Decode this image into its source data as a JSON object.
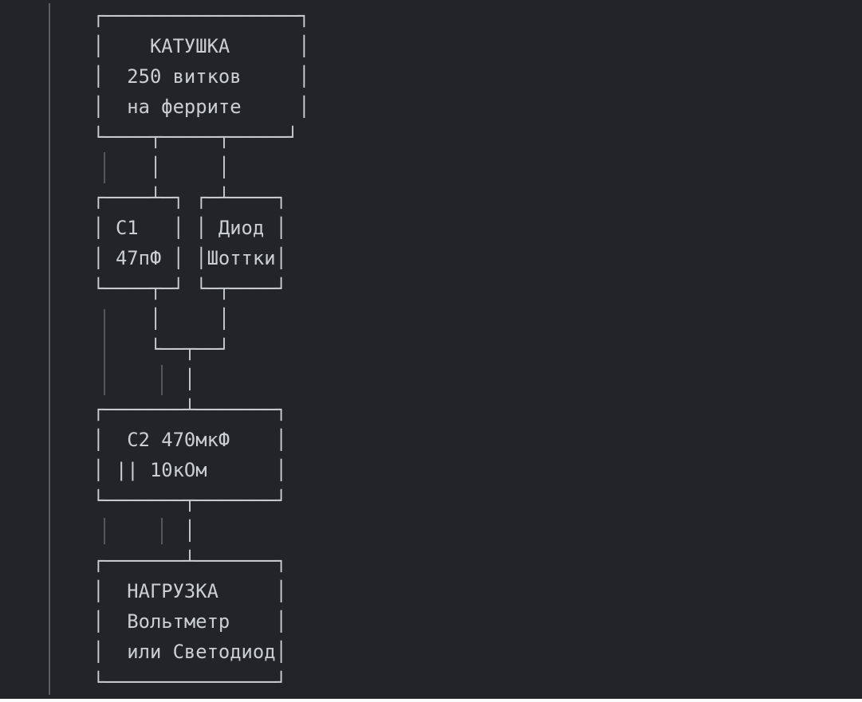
{
  "colors": {
    "background": "#232428",
    "foreground": "#cbced3",
    "indent_guide": "#55575c",
    "left_guide": "#5d5f64",
    "bottom_strip": "#fcfcfc"
  },
  "diagram": {
    "language": "ru",
    "kind": "ascii-circuit-schematic",
    "ascii": "    ┌─────────────────┐\n    │    КАТУШКА      │\n    │  250 витков     │\n    │  на феррите     │\n    └────┬─────┬─────┘\n         │     │\n    ┌────┴─┐ ┌─┴────┐\n    │ C1   │ │ Диод │\n    │ 47пФ │ │Шоттки│\n    └────┬─┘ └─┬────┘\n         │     │\n         └──┬──┘\n            │\n    ┌───────┴───────┐\n    │  C2 470мкФ    │\n    │ || 10кОм      │\n    └───────┬───────┘\n            │\n    ┌───────┴───────┐\n    │  НАГРУЗКА     │\n    │  Вольтметр    │\n    │  или Светодиод│\n    └───────────────┘",
    "blocks": [
      {
        "id": "coil",
        "lines": [
          "КАТУШКА",
          "250 витков",
          "на феррите"
        ]
      },
      {
        "id": "c1",
        "lines": [
          "C1",
          "47пФ"
        ]
      },
      {
        "id": "diode",
        "lines": [
          "Диод",
          "Шоттки"
        ]
      },
      {
        "id": "c2",
        "lines": [
          "C2 470мкФ",
          "|| 10кОм"
        ]
      },
      {
        "id": "load",
        "lines": [
          "НАГРУЗКА",
          "Вольтметр",
          "или Светодиод"
        ]
      }
    ]
  }
}
